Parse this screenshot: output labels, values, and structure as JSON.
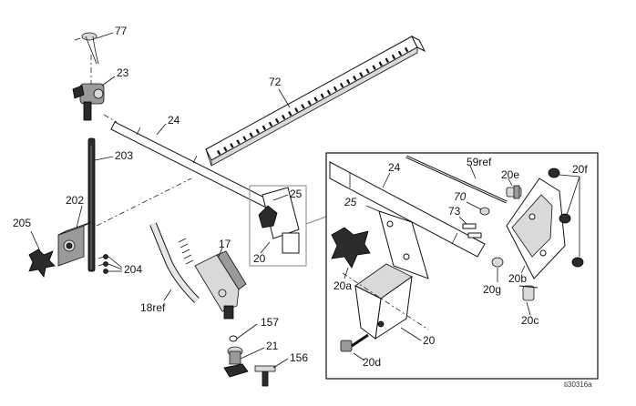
{
  "diagram": {
    "figure_id": "ti30316a",
    "callouts": {
      "p77": "77",
      "p23": "23",
      "p24": "24",
      "p72": "72",
      "p203": "203",
      "p202": "202",
      "p205": "205",
      "p204": "204",
      "p17": "17",
      "p18ref": "18ref",
      "p157": "157",
      "p21": "21",
      "p156": "156",
      "p25": "25",
      "p20": "20"
    },
    "detail": {
      "p24": "24",
      "p25": "25",
      "p59ref": "59ref",
      "p70": "70",
      "p73": "73",
      "p20e": "20e",
      "p20f": "20f",
      "p20a": "20a",
      "p20b": "20b",
      "p20g": "20g",
      "p20c": "20c",
      "p20": "20",
      "p20d": "20d"
    }
  }
}
